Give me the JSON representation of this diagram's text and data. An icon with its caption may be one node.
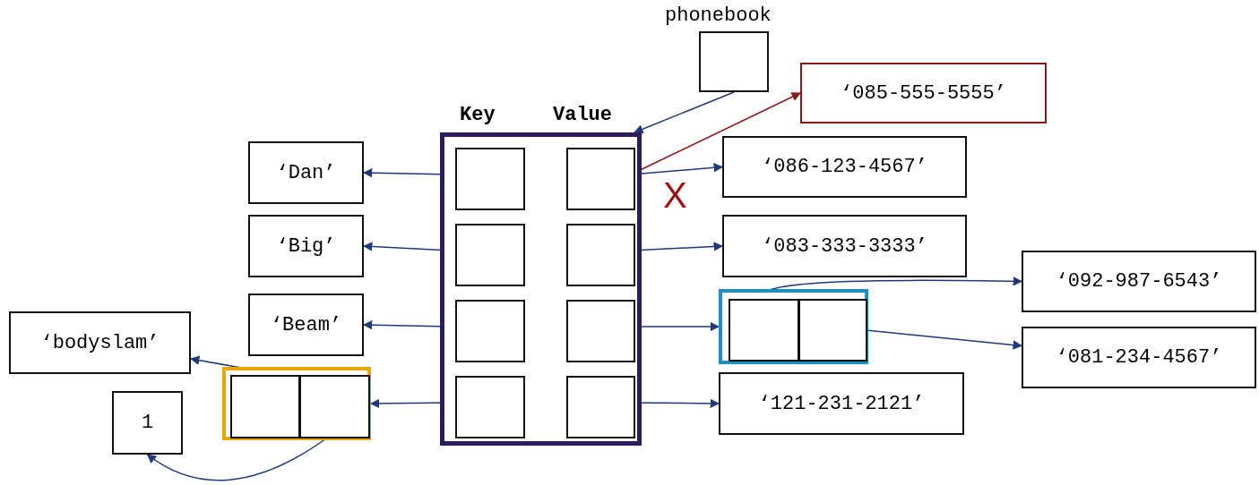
{
  "diagram": {
    "nodes": [
      {
        "text": [
          "phonebook"
        ]
      },
      {
        "text": [
          "Key",
          "Value"
        ]
      },
      {
        "text": [],
        "shape": "box",
        "in": 1
      },
      {
        "text": [],
        "shape": "box",
        "in": 1
      },
      {
        "text": [],
        "shape": "box",
        "in": 1
      },
      {
        "text": [],
        "shape": "box",
        "in": 1
      },
      {
        "text": [],
        "shape": "box",
        "in": 1
      },
      {
        "text": [],
        "shape": "box",
        "in": 1
      },
      {
        "text": [],
        "shape": "box",
        "in": 1
      },
      {
        "text": [],
        "shape": "box",
        "in": 1
      },
      {
        "text": [
          "‘Dan’"
        ]
      },
      {
        "text": [
          "‘Big’"
        ]
      },
      {
        "text": [
          "‘Beam’"
        ]
      },
      {
        "text": [],
        "shape": "box"
      },
      {
        "text": [],
        "shape": "box",
        "in": 13
      },
      {
        "text": [],
        "shape": "box",
        "in": 13
      },
      {
        "text": [
          "‘bodyslam’"
        ]
      },
      {
        "text": [
          "1"
        ]
      },
      {
        "text": [
          "‘085-555-5555’"
        ]
      },
      {
        "text": [
          "‘086-123-4567’"
        ]
      },
      {
        "text": [
          "‘083-333-3333’"
        ]
      },
      {
        "text": [],
        "shape": "box"
      },
      {
        "text": [],
        "shape": "box",
        "in": 21
      },
      {
        "text": [],
        "shape": "box",
        "in": 21
      },
      {
        "text": [
          "‘121-231-2121’"
        ]
      },
      {
        "text": [
          "‘092-987-6543’"
        ]
      },
      {
        "text": [
          "‘081-234-4567’"
        ]
      }
    ],
    "edges": [
      {
        "from": 0,
        "to": 1,
        "arrow": "to"
      },
      {
        "from": 2,
        "to": 10,
        "arrow": "to"
      },
      {
        "from": 3,
        "to": 19,
        "arrow": "to"
      },
      {
        "from": 3,
        "to": 18,
        "arrow": "to",
        "color": "#8b1a1a"
      },
      {
        "from": 4,
        "to": 11,
        "arrow": "to"
      },
      {
        "from": 5,
        "to": 20,
        "arrow": "to"
      },
      {
        "from": 6,
        "to": 12,
        "arrow": "to"
      },
      {
        "from": 7,
        "to": 21,
        "arrow": "to"
      },
      {
        "from": 8,
        "to": 13,
        "arrow": "to"
      },
      {
        "from": 9,
        "to": 24,
        "arrow": "to"
      },
      {
        "from": 22,
        "to": 25,
        "arrow": "to"
      },
      {
        "from": 23,
        "to": 26,
        "arrow": "to"
      },
      {
        "from": 14,
        "to": 16,
        "arrow": "to"
      },
      {
        "from": 15,
        "to": 17,
        "arrow": "to"
      }
    ],
    "labels": [
      "X"
    ]
  }
}
